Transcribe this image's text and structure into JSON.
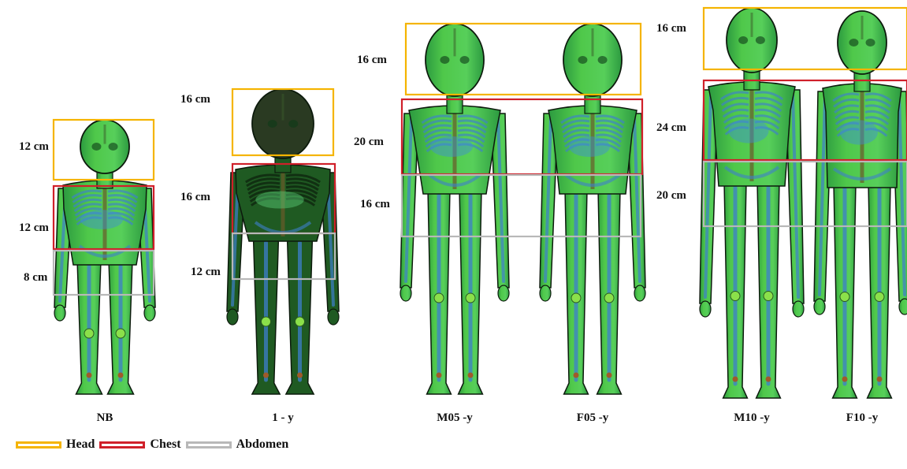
{
  "colors": {
    "head": "#f5b400",
    "chest": "#d0202a",
    "abdomen": "#b8b8b8",
    "skin": "#4fc84a",
    "bone": "#3d7fcc",
    "outline": "#0c1a0c"
  },
  "phantoms": [
    {
      "id": "NB",
      "name": "NB",
      "head_label": "12 cm",
      "chest_label": "12 cm",
      "abdomen_label": "8 cm"
    },
    {
      "id": "1y",
      "name": "1 - y",
      "head_label": "16 cm",
      "chest_label": "16 cm",
      "abdomen_label": "12 cm"
    },
    {
      "id": "M05",
      "name": "M05 -y",
      "head_label": "16 cm",
      "chest_label": "20 cm",
      "abdomen_label": "16 cm"
    },
    {
      "id": "F05",
      "name": "F05 -y"
    },
    {
      "id": "M10",
      "name": "M10 -y",
      "head_label": "16 cm",
      "chest_label": "24 cm",
      "abdomen_label": "20 cm"
    },
    {
      "id": "F10",
      "name": "F10 -y"
    }
  ],
  "legend": [
    {
      "key": "head",
      "label": "Head"
    },
    {
      "key": "chest",
      "label": "Chest"
    },
    {
      "key": "abdomen",
      "label": "Abdomen"
    }
  ]
}
